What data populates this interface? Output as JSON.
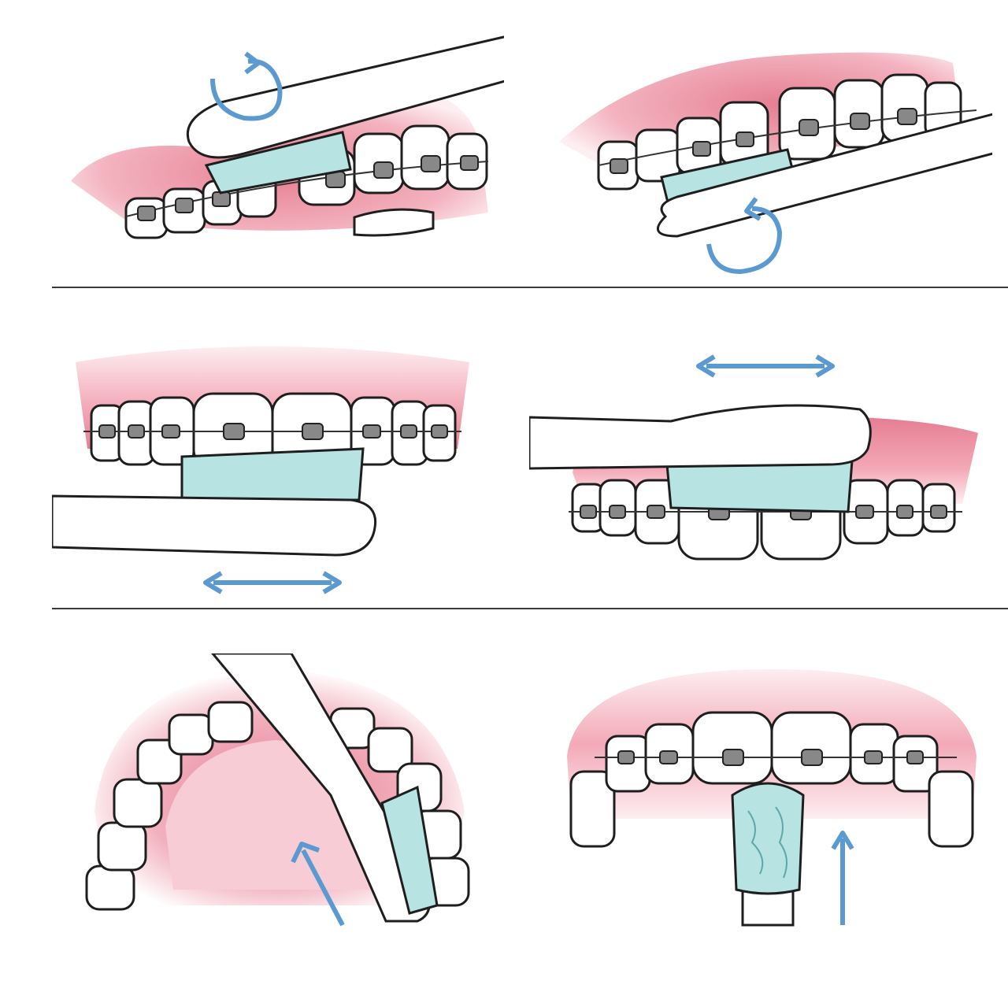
{
  "colors": {
    "gum": "#f2b2bd",
    "gum_deep": "#e88a9b",
    "gum_light": "#fbe3e7",
    "tooth": "#ffffff",
    "outline": "#1e1e1e",
    "bracket": "#555555",
    "bristle": "#b7e3e3",
    "bristle_line": "#5fa7a8",
    "arrow": "#5b9ad0",
    "divider": "#3a3a3a"
  },
  "panels": [
    {
      "id": "upper-outer-circular",
      "motion": "circular",
      "view": "side"
    },
    {
      "id": "lower-outer-circular",
      "motion": "circular",
      "view": "side"
    },
    {
      "id": "upper-front-horizontal",
      "motion": "horizontal",
      "view": "front"
    },
    {
      "id": "lower-front-horizontal",
      "motion": "horizontal",
      "view": "front"
    },
    {
      "id": "inner-arch-diagonal",
      "motion": "upward",
      "view": "occlusal"
    },
    {
      "id": "inner-front-vertical",
      "motion": "upward",
      "view": "lingual"
    }
  ],
  "icons": {
    "circular_arrow": "rotate-arrow-icon",
    "horizontal_arrow": "double-arrow-icon",
    "up_arrow": "up-arrow-icon"
  }
}
